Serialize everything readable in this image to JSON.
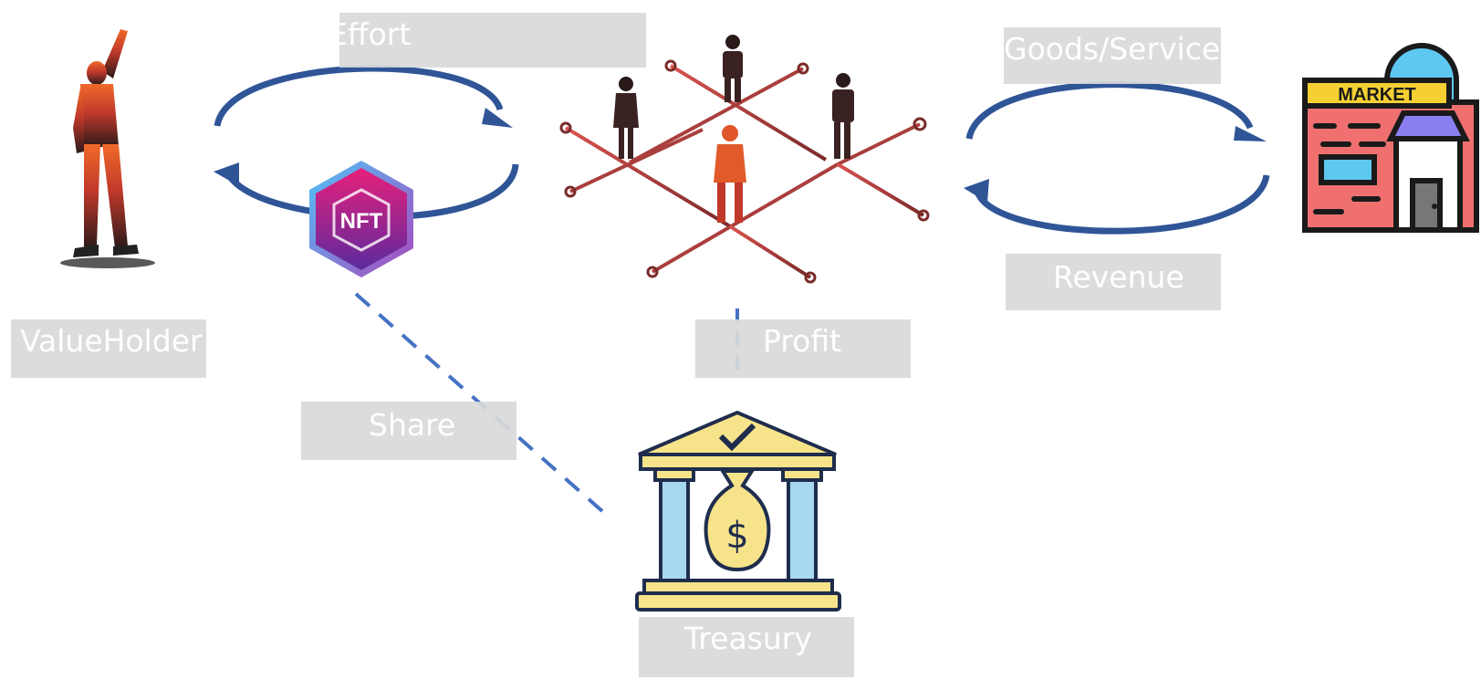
{
  "labels": {
    "effort": "Effort",
    "goods_services": "Goods/Services",
    "revenue": "Revenue",
    "value_holder": "ValueHolder",
    "profit": "Profit",
    "share": "Share",
    "treasury": "Treasury"
  },
  "icons": {
    "nft_badge_text": "NFT",
    "market_sign_text": "MARKET",
    "money_symbol": "$"
  },
  "colors": {
    "arrow": "#2f5597",
    "dashed_line": "#4472c4",
    "label_box": "#d9d9d9",
    "label_text": "#ffffff",
    "nft_gradient_top": "#e8207a",
    "nft_gradient_bottom": "#5b2a9e",
    "market_wall": "#f07070",
    "market_sign": "#f5d033",
    "market_dome": "#5ec8f0",
    "bank_gold": "#f7e48a",
    "bank_pillar": "#a8d8f0",
    "outline": "#1f2d4d"
  }
}
